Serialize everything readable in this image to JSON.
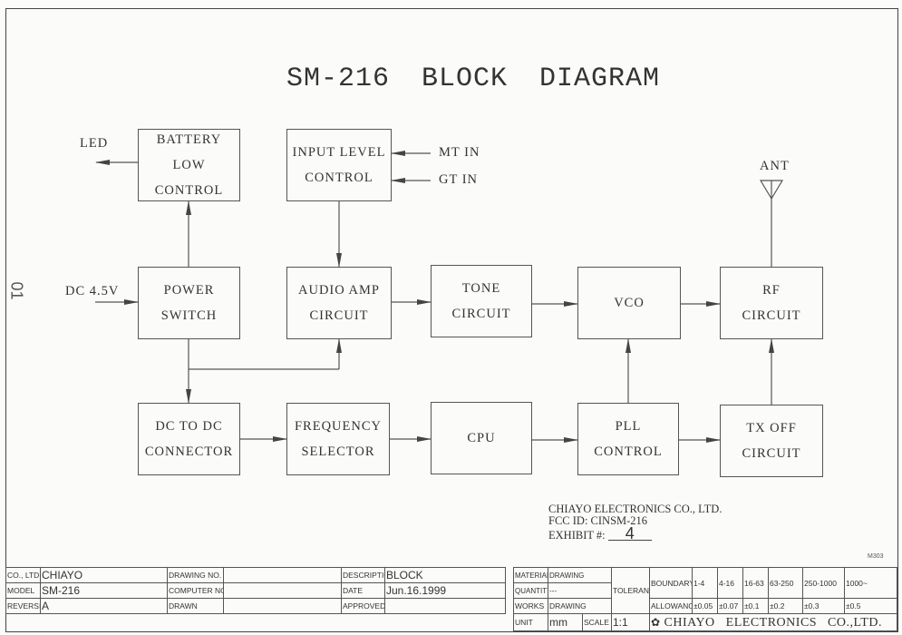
{
  "diagram": {
    "title": "SM-216   BLOCK DIAGRAM",
    "side_mark": "01",
    "blocks": {
      "battery_low": [
        "BATTERY LOW",
        "CONTROL"
      ],
      "input_level": [
        "INPUT LEVEL",
        "CONTROL"
      ],
      "power_switch": [
        "POWER",
        "SWITCH"
      ],
      "audio_amp": [
        "AUDIO AMP",
        "CIRCUIT"
      ],
      "tone": [
        "TONE",
        "CIRCUIT"
      ],
      "vco": [
        "VCO"
      ],
      "rf": [
        "RF",
        "CIRCUIT"
      ],
      "dc_to_dc": [
        "DC TO DC",
        "CONNECTOR"
      ],
      "freq_sel": [
        "FREQUENCY",
        "SELECTOR"
      ],
      "cpu": [
        "CPU"
      ],
      "pll": [
        "PLL",
        "CONTROL"
      ],
      "tx_off": [
        "TX OFF",
        "CIRCUIT"
      ]
    },
    "labels": {
      "led": "LED",
      "mt_in": "MT IN",
      "gt_in": "GT IN",
      "dc_in": "DC 4.5V",
      "ant": "ANT"
    }
  },
  "stamp": {
    "company": "CHIAYO ELECTRONICS CO., LTD.",
    "fcc_id": "FCC ID: CINSM-216",
    "exhibit_label": "EXHIBIT #:",
    "exhibit_value": "4",
    "mark": "M303"
  },
  "title_block": {
    "co_ltd_label": "CO., LTD",
    "co_ltd_value": "CHIAYO",
    "model_label": "MODEL",
    "model_value": "SM-216",
    "revision_label": "REVERSION",
    "revision_value": "A",
    "drawing_no_label": "DRAWING NO.",
    "computer_no_label": "COMPUTER NO.",
    "drawn_label": "DRAWN",
    "description_label": "DESCRIPTION",
    "description_value": "BLOCK",
    "date_label": "DATE",
    "date_value": "Jun.16.1999",
    "approved_label": "APPROVED",
    "material_label": "MATERIAL",
    "material_value": "DRAWING",
    "quantity_label": "QUANTITY",
    "quantity_value": "---",
    "works_label": "WORKS",
    "works_value": "DRAWING",
    "unit_label": "UNIT",
    "unit_value": "mm",
    "scale_label": "SCALE",
    "scale_value": "1:1",
    "tolerance_label": "TOLERANCE",
    "boundary_label": "BOUNDARY",
    "boundaries": [
      "1-4",
      "4-16",
      "16-63",
      "63-250",
      "250-1000",
      "1000~"
    ],
    "allowance_label": "ALLOWANCE",
    "allowances": [
      "±0.05",
      "±0.07",
      "±0.1",
      "±0.2",
      "±0.3",
      "±0.5"
    ],
    "footer_company": "CHIAYO ELECTRONICS CO.,LTD."
  }
}
